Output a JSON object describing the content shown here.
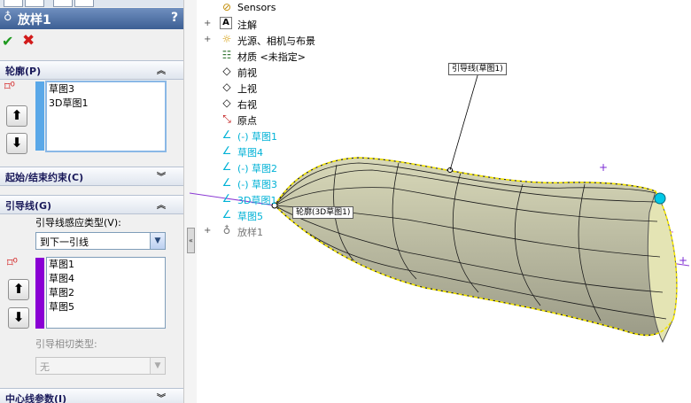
{
  "panel": {
    "title": "放样1",
    "help": "?",
    "profile": {
      "header": "轮廓(P)",
      "items": [
        "草图3",
        "3D草图1"
      ]
    },
    "start_end": {
      "header": "起始/结束约束(C)"
    },
    "guides": {
      "header": "引导线(G)",
      "influence_label": "引导线感应类型(V):",
      "influence_value": "到下一引线",
      "items": [
        "草图1",
        "草图4",
        "草图2",
        "草图5"
      ],
      "tangency_label": "引导相切类型:",
      "tangency_value": "无"
    },
    "centerline": {
      "header": "中心线参数(I)"
    }
  },
  "tree": [
    {
      "label": "Sensors",
      "expand": ""
    },
    {
      "label": "注解",
      "expand": "+"
    },
    {
      "label": "光源、相机与布景",
      "expand": "+"
    },
    {
      "label": "材质 <未指定>",
      "expand": ""
    },
    {
      "label": "前视",
      "expand": ""
    },
    {
      "label": "上视",
      "expand": ""
    },
    {
      "label": "右视",
      "expand": ""
    },
    {
      "label": "原点",
      "expand": ""
    },
    {
      "label": "(-) 草图1",
      "expand": ""
    },
    {
      "label": "草图4",
      "expand": ""
    },
    {
      "label": "(-) 草图2",
      "expand": ""
    },
    {
      "label": "(-) 草图3",
      "expand": ""
    },
    {
      "label": "3D草图1",
      "expand": ""
    },
    {
      "label": "草图5",
      "expand": ""
    },
    {
      "label": "放样1",
      "expand": "+"
    }
  ],
  "callouts": {
    "guide": "引导线(草图1)",
    "profile": "轮廓(3D草图1)"
  },
  "colors": {
    "accent_blue": "#00b2d6",
    "profile_bar": "#5aa8e8",
    "guide_bar": "#8a00d4",
    "loft_fill": "#c8c8a0"
  }
}
